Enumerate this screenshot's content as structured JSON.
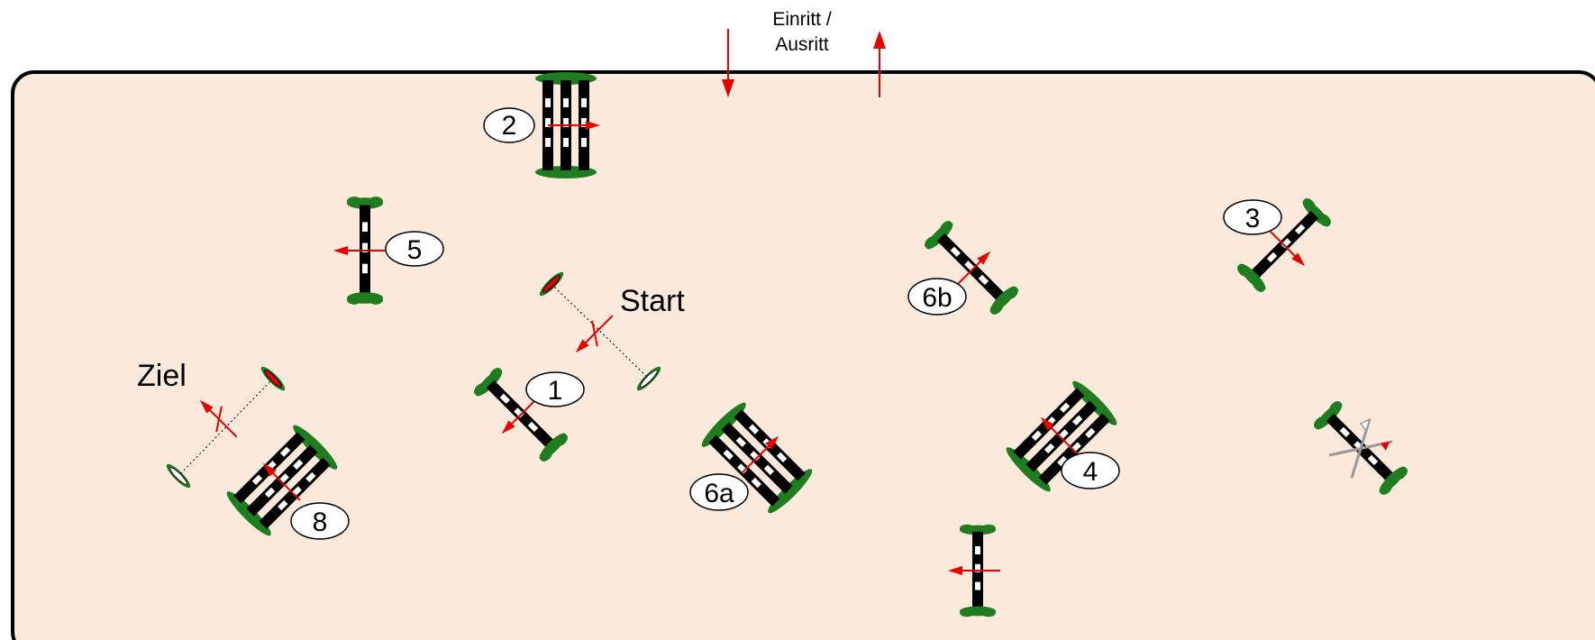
{
  "arena": {
    "fill": "#fbe9dc",
    "stroke": "#000000"
  },
  "entrance": {
    "line1": "Einritt /",
    "line2": "Ausritt"
  },
  "start_label": "Start",
  "finish_label": "Ziel",
  "obstacles": [
    {
      "number": "1"
    },
    {
      "number": "2"
    },
    {
      "number": "3"
    },
    {
      "number": "4"
    },
    {
      "number": "5"
    },
    {
      "number": "6a"
    },
    {
      "number": "6b"
    },
    {
      "number": "8"
    }
  ],
  "colors": {
    "arrow": "#e60000",
    "foliage": "#1e7d1e",
    "pole_dark": "#000000",
    "pole_light": "#ffffff",
    "cross": "#999999"
  }
}
